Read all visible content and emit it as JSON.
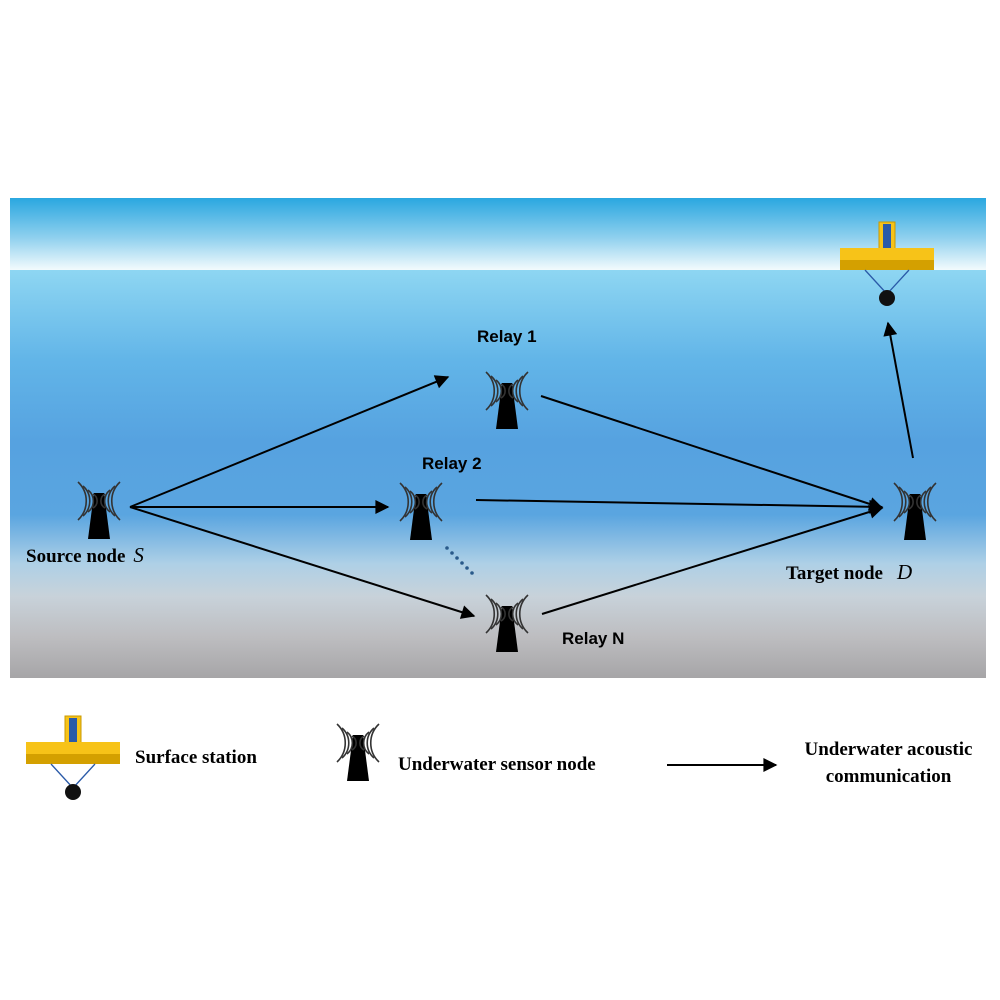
{
  "nodes": {
    "relay1": "Relay 1",
    "relay2": "Relay 2",
    "relayN": "Relay N",
    "source": "Source node",
    "source_symbol": "S",
    "target": "Target node",
    "target_symbol": "D"
  },
  "legend": {
    "surface_station": "Surface station",
    "sensor_node": "Underwater sensor node",
    "acoustic_line1": "Underwater acoustic",
    "acoustic_line2": "communication"
  },
  "colors": {
    "sky_top": "#2aa7e0",
    "surface_band": "#f0fafd",
    "water_mid": "#56a2e0",
    "seabed": "#a9a9ab",
    "station_yellow": "#f7c318",
    "station_blue": "#2a5aa8"
  },
  "icons": [
    "antenna-tower-icon",
    "surface-buoy-icon",
    "arrow-icon"
  ]
}
